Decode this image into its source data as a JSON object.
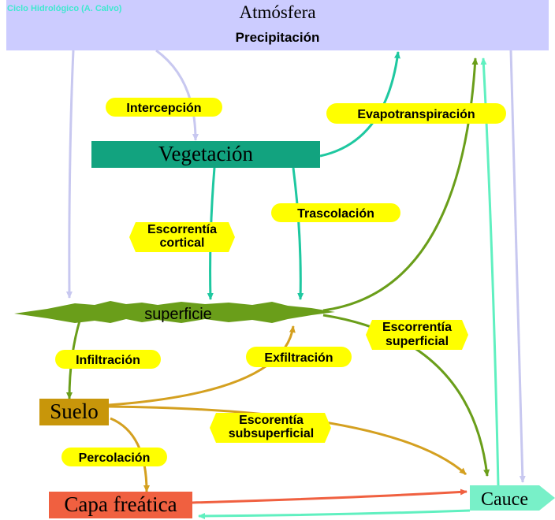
{
  "credit": "Ciclo Hidrológico (A. Calvo)",
  "nodes": {
    "atmosfera": "Atmósfera",
    "precipitacion": "Precipitación",
    "vegetacion": "Vegetación",
    "superficie": "superficie",
    "suelo": "Suelo",
    "capa_freatica": "Capa freática",
    "cauce": "Cauce"
  },
  "labels": {
    "intercepcion": "Intercepción",
    "evapotranspiracion": "Evapotranspiración",
    "escorrentia_cortical_1": "Escorrentía",
    "escorrentia_cortical_2": "cortical",
    "trascolacion": "Trascolación",
    "infiltracion": "Infiltración",
    "exfiltracion": "Exfiltración",
    "escorrentia_superficial_1": "Escorrentía",
    "escorrentia_superficial_2": "superficial",
    "escorentia_subsuperficial_1": "Escorentía",
    "escorentia_subsuperficial_2": "subsuperficial",
    "percolacion": "Percolación"
  },
  "colors": {
    "atmosphere_fill": "#ccccff",
    "precip_arrow": "#c8c8f0",
    "vegetation_fill": "#12a37f",
    "evapo_arrow": "#1ec8a0",
    "surface_green": "#6a9e1a",
    "soil_fill": "#c8960a",
    "soil_arrow": "#d4a020",
    "water_table_fill": "#f06040",
    "channel_fill": "#78f0c8",
    "label_fill": "#ffff00",
    "credit_text": "#40e8d0"
  }
}
